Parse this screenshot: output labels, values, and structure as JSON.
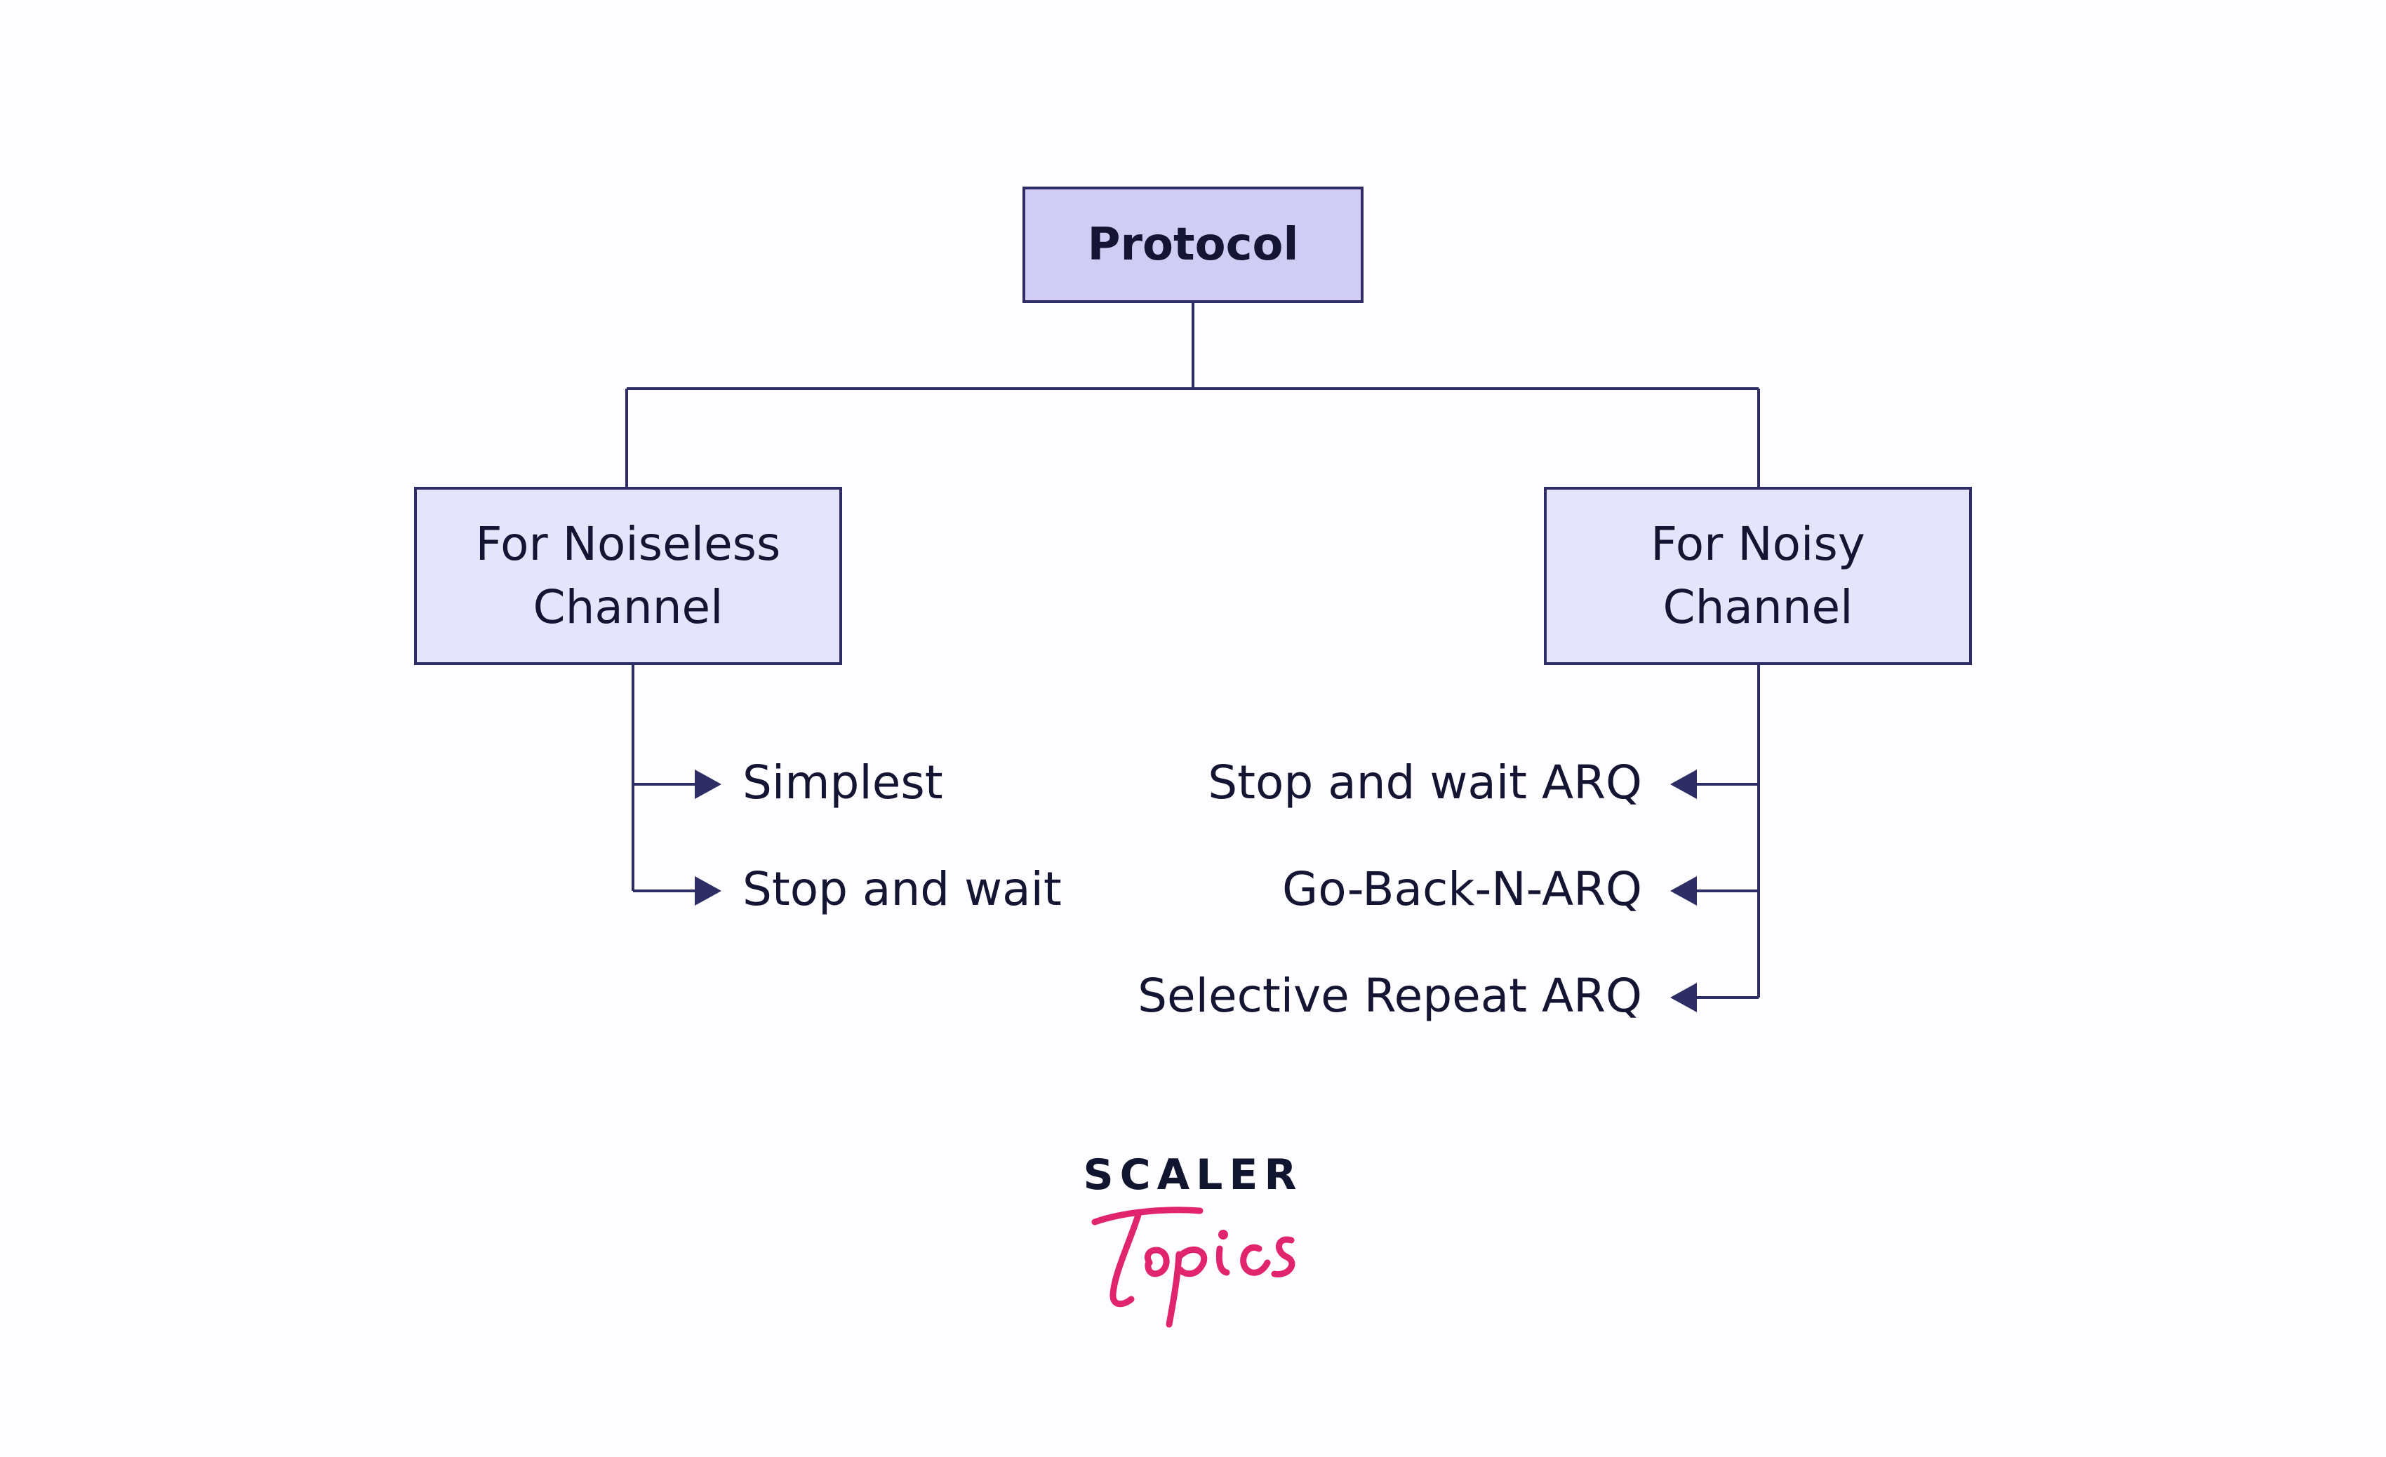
{
  "root": {
    "label": "Protocol"
  },
  "branches": [
    {
      "label_lines": [
        "For Noiseless",
        "Channel"
      ],
      "items": [
        "Simplest",
        "Stop and wait"
      ]
    },
    {
      "label_lines": [
        "For Noisy",
        "Channel"
      ],
      "items": [
        "Stop and wait ARQ",
        "Go-Back-N-ARQ",
        "Selective Repeat ARQ"
      ]
    }
  ],
  "logo": {
    "brand": "SCALER",
    "script": "Topics"
  },
  "colors": {
    "line": "#2e2d66",
    "root_fill": "#d1ccf4",
    "child_fill": "#e6e4fb",
    "logo_script": "#e0246e",
    "logo_word": "#101630"
  }
}
